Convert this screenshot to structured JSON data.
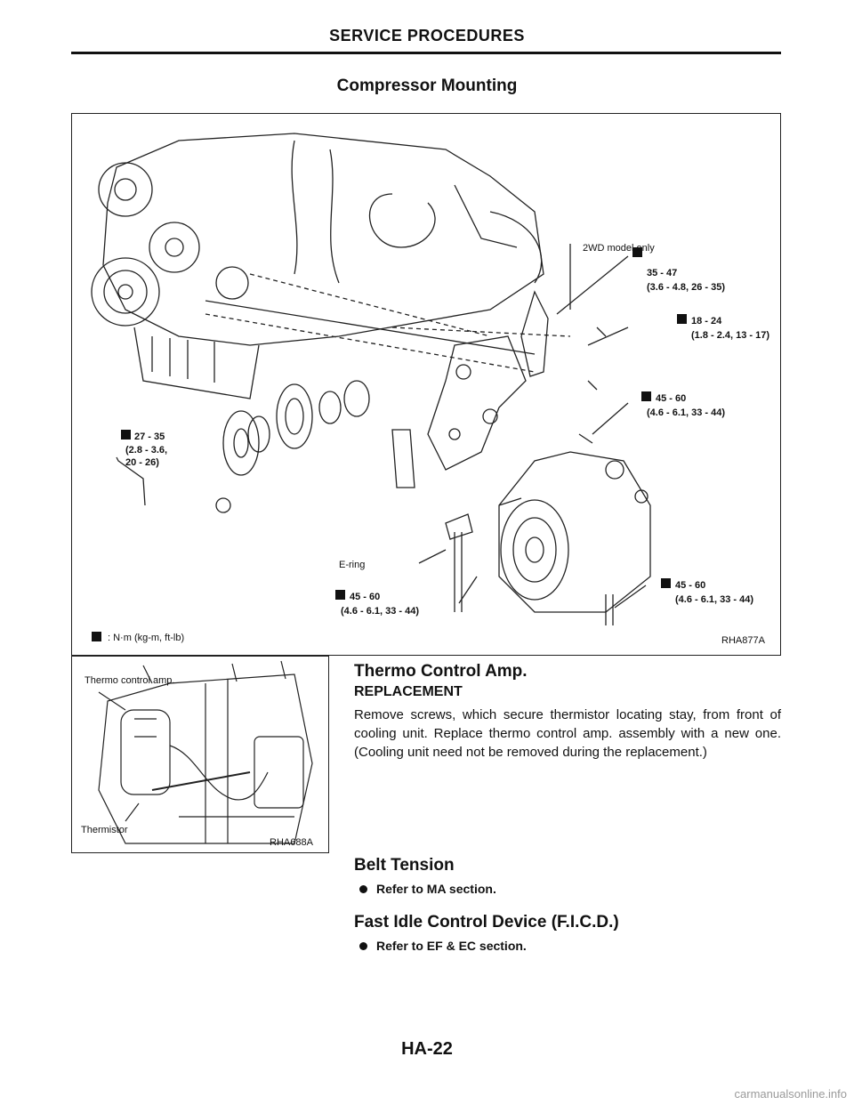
{
  "header": {
    "section": "SERVICE PROCEDURES",
    "title": "Compressor Mounting"
  },
  "main_figure": {
    "code": "RHA877A",
    "legend": ": N·m (kg-m, ft-lb)",
    "note_2wd": "2WD model only",
    "eringlabel": "E-ring",
    "torques": [
      {
        "value": "35 - 47",
        "detail": "(3.6 - 4.8, 26 - 35)"
      },
      {
        "value": "18 - 24",
        "detail": "(1.8 - 2.4, 13 - 17)"
      },
      {
        "value": "45 - 60",
        "detail": "(4.6 - 6.1, 33 - 44)"
      },
      {
        "value": "27 - 35",
        "detail": "(2.8 - 3.6,",
        "detail2": "20 - 26)"
      },
      {
        "value": "45 - 60",
        "detail": "(4.6 - 6.1, 33 - 44)"
      },
      {
        "value": "45 - 60",
        "detail": "(4.6 - 6.1, 33 - 44)"
      }
    ]
  },
  "small_figure": {
    "code": "RHA688A",
    "label_amp": "Thermo control amp.",
    "label_thermistor": "Thermistor"
  },
  "thermo": {
    "heading": "Thermo Control Amp.",
    "subheading": "REPLACEMENT",
    "body": "Remove screws, which secure thermistor locating stay, from front of cooling unit. Replace thermo control amp. assembly with a new one. (Cooling unit need not be removed during the replacement.)"
  },
  "belt": {
    "heading": "Belt Tension",
    "bullet": "Refer to MA section."
  },
  "ficd": {
    "heading": "Fast Idle Control Device (F.I.C.D.)",
    "bullet": "Refer to EF & EC section."
  },
  "footer": {
    "page": "HA-22",
    "watermark": "carmanualsonline.info"
  }
}
